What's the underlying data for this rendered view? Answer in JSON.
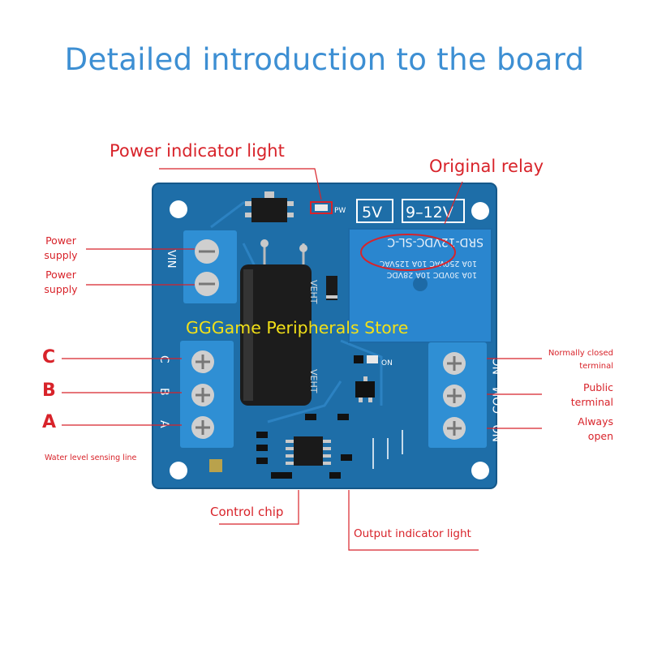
{
  "title": "Detailed introduction to the board",
  "callouts": {
    "power_indicator": "Power indicator light",
    "original_relay": "Original relay",
    "power_supply_1": "Power supply",
    "power_supply_2": "Power supply",
    "control_chip": "Control chip",
    "output_indicator": "Output indicator light",
    "water_level": "Water level sensing line",
    "normally_closed": "Normally closed terminal",
    "public_terminal": "Public terminal",
    "always_open": "Always open"
  },
  "probe_letters": [
    "C",
    "B",
    "A"
  ],
  "board_silk": {
    "v5": "5V",
    "v912": "9–12V",
    "vin": "VIN",
    "pw": "PW",
    "on": "ON",
    "nc": "NC",
    "com": "COM",
    "no": "NO",
    "cap_brand": "VEHT",
    "relay_model": "SRD-12VDC-SL-C",
    "relay_rating1": "10A 250VAC 10A 125VAC",
    "relay_rating2": "10A 30VDC 10A 28VDC"
  },
  "watermark": "GGGame Peripherals Store",
  "colors": {
    "title_blue": "#3d8fd3",
    "callout_red": "#d8232a",
    "pcb_blue": "#1e6ea8",
    "terminal_blue": "#2f8fd4",
    "relay_blue": "#2a86cf",
    "watermark_yellow": "#f2e018"
  }
}
